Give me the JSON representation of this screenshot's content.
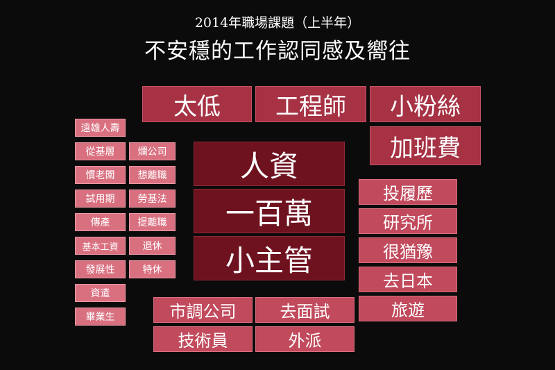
{
  "header": {
    "subtitle": "2014年職場課題（上半年）",
    "title": "不安穩的工作認同感及嚮往"
  },
  "words": {
    "large": [
      "太低",
      "工程師",
      "小粉絲",
      "加班費"
    ],
    "center": [
      "人資",
      "一百萬",
      "小主管"
    ],
    "right": [
      "投履歷",
      "研究所",
      "很猶豫",
      "去日本",
      "旅遊"
    ],
    "bottom": [
      "市調公司",
      "去面試",
      "技術員",
      "外派"
    ],
    "small_left": [
      "遠雄人壽",
      "從基層",
      "慣老闆",
      "試用期",
      "傳產",
      "基本工資",
      "發展性",
      "資遣",
      "畢業生"
    ],
    "small_right": [
      "爛公司",
      "想離職",
      "勞基法",
      "提離職",
      "退休",
      "特休"
    ]
  },
  "colors": {
    "background": "#0b0b0b",
    "large_tile": "#a63244",
    "center_tile": "#6e1220",
    "medium_tile": "#c14a5c",
    "small_tile": "#d97080",
    "text": "#ffffff"
  }
}
